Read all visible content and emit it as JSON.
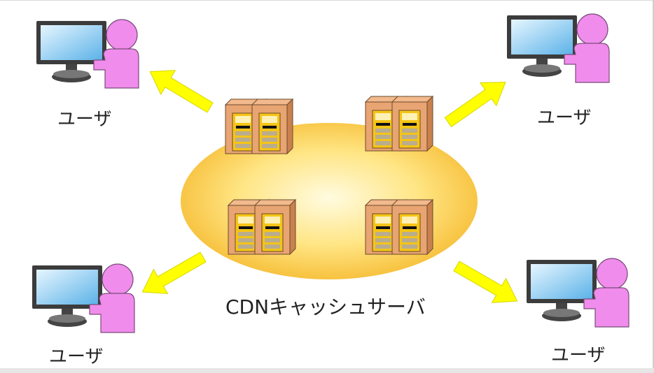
{
  "cdn_label": "CDNキャッシュサーバ",
  "user_labels": [
    "ユーザ",
    "ユーザ",
    "ユーザ",
    "ユーザ"
  ],
  "colors": {
    "cloud_fill_center": "#fff8c8",
    "cloud_fill_edge": "#f7c040",
    "arrow": "#ffff00",
    "person": "#f08cec",
    "monitor_screen": "#7fc5ee",
    "monitor_frame": "#3c3c3c",
    "server_body": "#e8a472",
    "server_panel": "#f5c417"
  },
  "icons": [
    "user-computer-icon",
    "server-rack-icon",
    "arrow-icon"
  ]
}
